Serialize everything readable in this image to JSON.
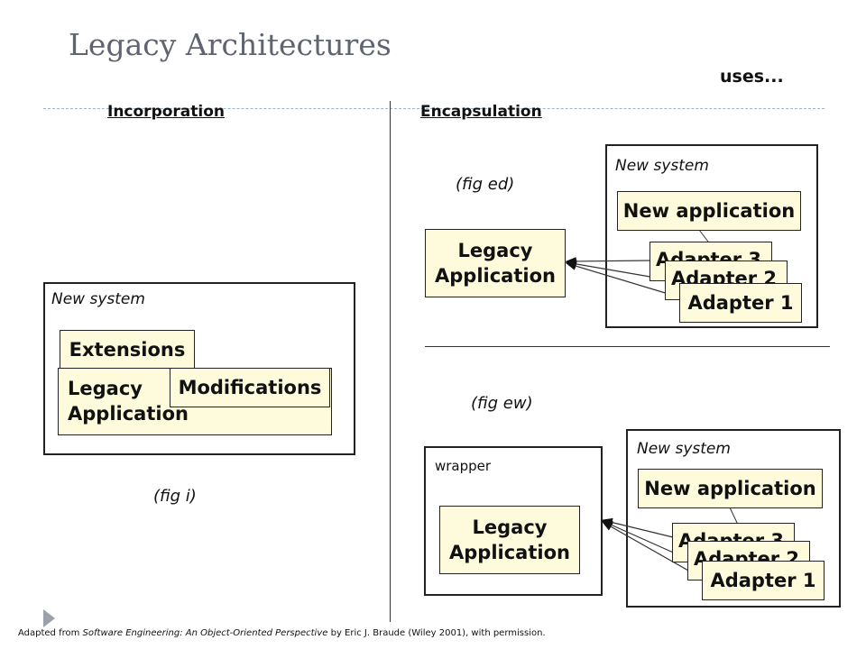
{
  "title": "Legacy Architectures",
  "uses_label": "uses...",
  "columns": {
    "incorporation": "Incorporation",
    "encapsulation": "Encapsulation"
  },
  "fig_i": {
    "system_label": "New system",
    "extensions": "Extensions",
    "legacy_line1": "Legacy",
    "legacy_line2": "Application",
    "modifications": "Modifications",
    "caption": "(fig i)"
  },
  "fig_ed": {
    "caption": "(fig ed)",
    "system_label": "New system",
    "new_app": "New application",
    "adapter3": "Adapter 3",
    "adapter2": "Adapter 2",
    "adapter1": "Adapter 1",
    "legacy_line1": "Legacy",
    "legacy_line2": "Application"
  },
  "fig_ew": {
    "caption": "(fig ew)",
    "wrapper_label": "wrapper",
    "system_label": "New system",
    "new_app": "New application",
    "adapter3": "Adapter 3",
    "adapter2": "Adapter 2",
    "adapter1": "Adapter 1",
    "legacy_line1": "Legacy",
    "legacy_line2": "Application"
  },
  "footer": {
    "prefix": "Adapted from ",
    "book": "Software Engineering: An Object-Oriented Perspective",
    "suffix": " by Eric J. Braude (Wiley 2001), with permission."
  }
}
